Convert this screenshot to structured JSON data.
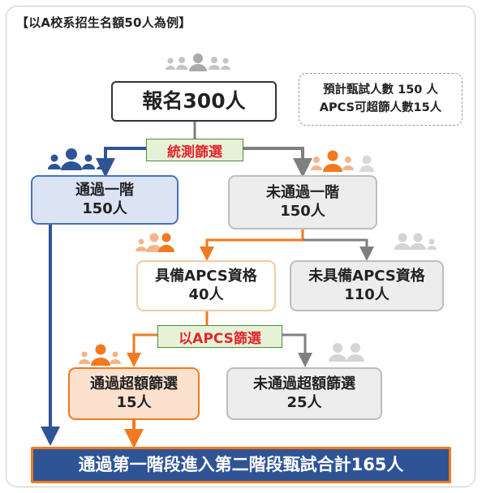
{
  "title": "【以A校系招生名額50人為例】",
  "note": {
    "line1": "預計甄試人數 150 人",
    "line2": "APCS可超篩人數15人"
  },
  "registrants": {
    "label": "報名300人"
  },
  "filter1": {
    "label": "統測篩選"
  },
  "filter2": {
    "label": "以APCS篩選"
  },
  "pass_stage1": {
    "line1": "通過一階",
    "line2": "150人"
  },
  "fail_stage1": {
    "line1": "未通過一階",
    "line2": "150人"
  },
  "has_apcs": {
    "line1": "具備APCS資格",
    "line2": "40人"
  },
  "no_apcs": {
    "line1": "未具備APCS資格",
    "line2": "110人"
  },
  "pass_extra": {
    "line1": "通過超額篩選",
    "line2": "15人"
  },
  "fail_extra": {
    "line1": "未通過超額篩選",
    "line2": "25人"
  },
  "result": {
    "label": "通過第一階段進入第二階段甄試合計165人"
  },
  "colors": {
    "blue": "#2f5496",
    "orange": "#f07a1f",
    "gray": "#7f7f7f",
    "lightgray": "#cfcfcf",
    "peach": "#f5b58a",
    "filter_text": "#e3262c"
  },
  "icons": [
    "people-group-gray-icon",
    "people-group-blue-icon",
    "people-group-orange-icon",
    "people-group-lightgray-icon"
  ]
}
